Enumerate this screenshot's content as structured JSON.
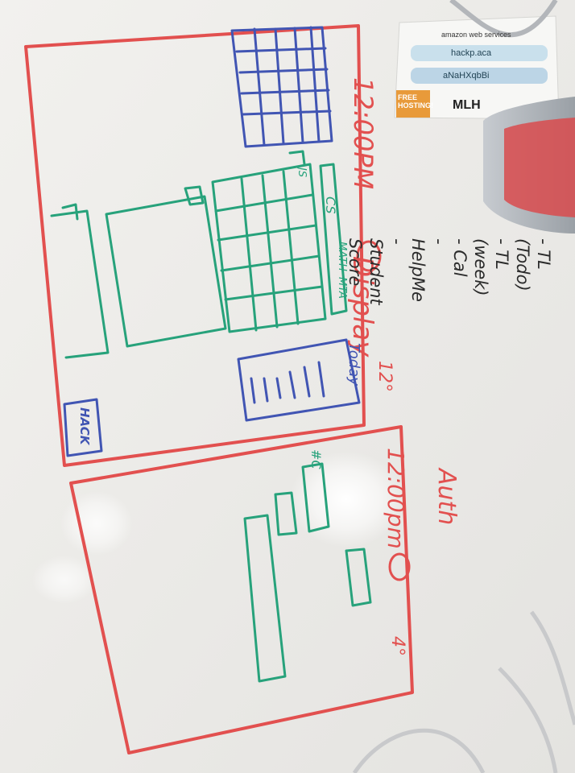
{
  "photo": {
    "subject": "whiteboard wireframe sketch",
    "marker_colors": {
      "red": "#e2504f",
      "blue": "#4155b3",
      "green": "#27a27b",
      "black": "#2b2b2b"
    }
  },
  "display_wireframe": {
    "heading": "Display",
    "clock": "12:00PM",
    "temperature": "12°",
    "today_label": "Today",
    "hack_badge": "HACK",
    "calendar_tabs": [
      "CS",
      "MATH",
      "MTA"
    ],
    "todo_label": "JS"
  },
  "auth_wireframe": {
    "heading": "Auth",
    "clock": "12:00pm",
    "temperature": "4°",
    "code_hint": "#C"
  },
  "notes": {
    "items": [
      "- TL (Todo)",
      "- TL (week)",
      "- Cal",
      "- HelpMe",
      "- Student Score"
    ]
  },
  "sticker": {
    "brand": "amazon web services",
    "url": "hackp.aca",
    "code": "aNaHXqbBi",
    "free_label": "FREE HOSTING!",
    "mlh": "MLH"
  }
}
